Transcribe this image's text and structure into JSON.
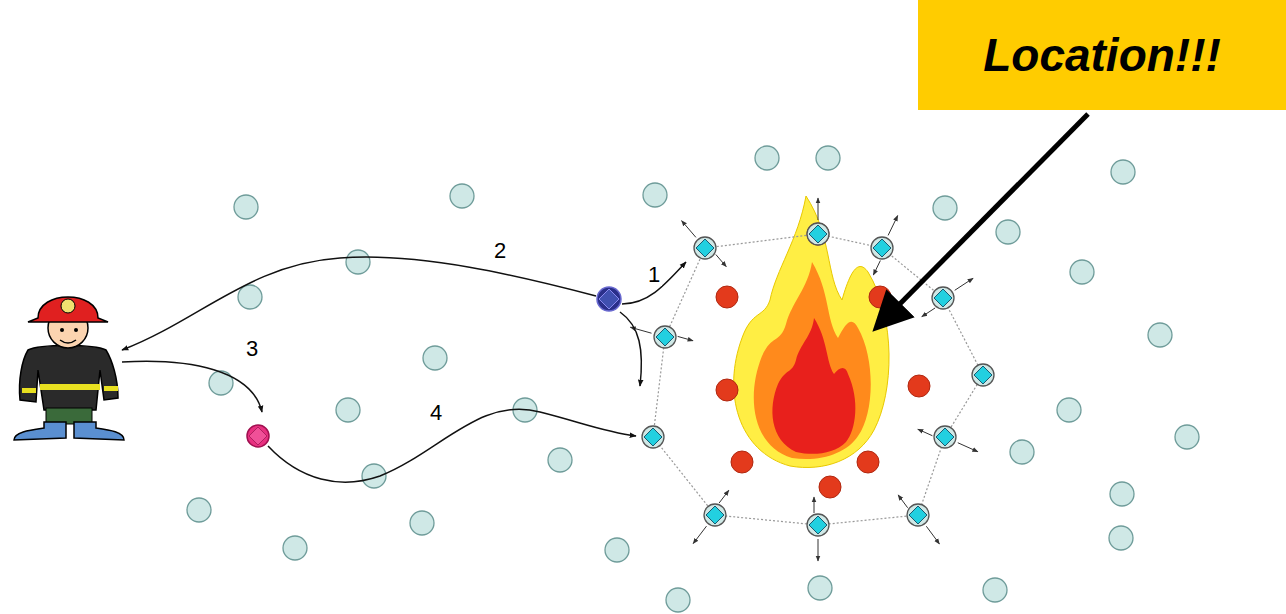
{
  "diagram": {
    "nodes": [
      {
        "text": [
          "Location!!!"
        ]
      }
    ],
    "labels": [
      "1",
      "2",
      "3",
      "4"
    ]
  }
}
